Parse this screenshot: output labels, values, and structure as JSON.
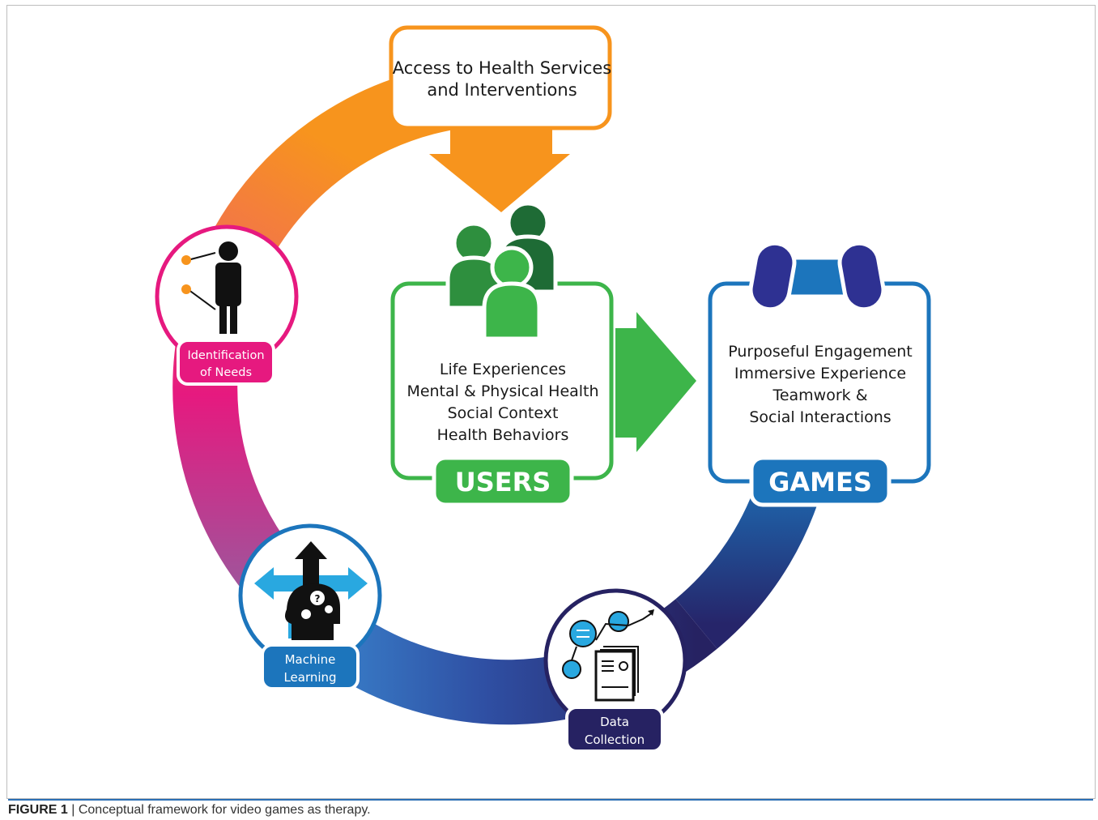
{
  "top_box": {
    "line1": "Access to Health Services",
    "line2": "and Interventions"
  },
  "users": {
    "lines": [
      "Life Experiences",
      "Mental & Physical Health",
      "Social Context",
      "Health Behaviors"
    ],
    "label": "USERS"
  },
  "games": {
    "lines": [
      "Purposeful Engagement",
      "Immersive Experience",
      "Teamwork &",
      "Social Interactions"
    ],
    "label": "GAMES"
  },
  "nodes": {
    "identification": {
      "line1": "Identification",
      "line2": "of Needs"
    },
    "machine_learning": {
      "line1": "Machine",
      "line2": "Learning"
    },
    "data_collection": {
      "line1": "Data",
      "line2": "Collection"
    }
  },
  "caption": {
    "label": "FIGURE 1",
    "separator": " | ",
    "text": "Conceptual framework for video games as therapy."
  },
  "colors": {
    "orange": "#f7941d",
    "magenta": "#e6197f",
    "green": "#3db54a",
    "dark_green": "#1e7a3a",
    "blue": "#1c75bc",
    "navy": "#262262",
    "sky_blue": "#29a8e0"
  },
  "icons": [
    "person-icon",
    "people-group-icon",
    "gamepad-icon",
    "head-gears-icon",
    "document-stack-icon"
  ]
}
